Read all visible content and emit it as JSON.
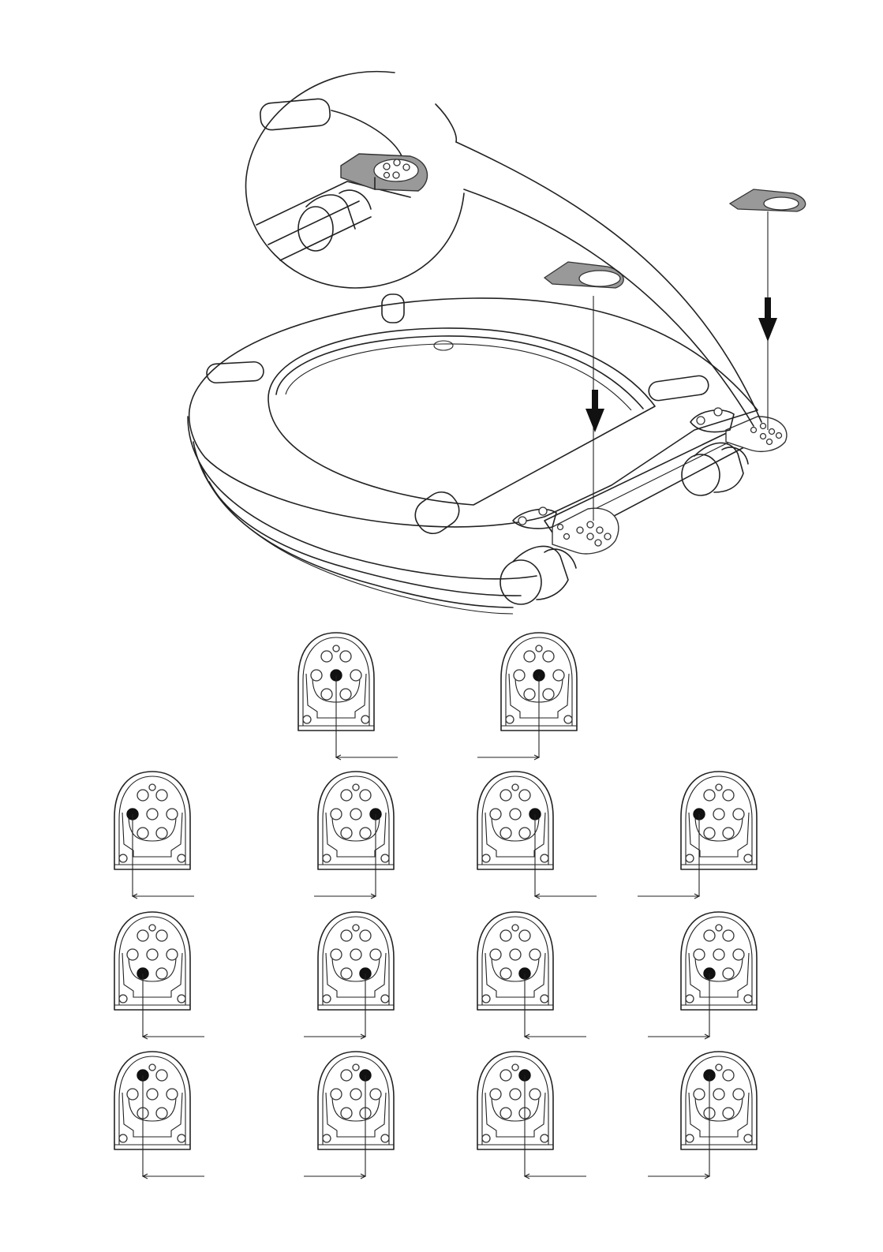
{
  "figure": {
    "illustration": "toilet-seat-hinge-installation",
    "colors": {
      "line": "#222222",
      "plate_fill": "#999999",
      "arrow": "#111111"
    },
    "adjuster_templates": [
      {
        "row": 1,
        "col": 2,
        "selected_hole": "center-top",
        "direction": "right"
      },
      {
        "row": 1,
        "col": 3,
        "selected_hole": "center-top",
        "direction": "left"
      },
      {
        "row": 2,
        "col": 1,
        "selected_hole": "left-middle",
        "direction": "right"
      },
      {
        "row": 2,
        "col": 2,
        "selected_hole": "right-middle",
        "direction": "left"
      },
      {
        "row": 2,
        "col": 3,
        "selected_hole": "right-center",
        "direction": "right"
      },
      {
        "row": 2,
        "col": 4,
        "selected_hole": "left-center",
        "direction": "left"
      },
      {
        "row": 3,
        "col": 1,
        "selected_hole": "lower-left",
        "direction": "right"
      },
      {
        "row": 3,
        "col": 2,
        "selected_hole": "lower-right",
        "direction": "left"
      },
      {
        "row": 3,
        "col": 3,
        "selected_hole": "lower-right",
        "direction": "right"
      },
      {
        "row": 3,
        "col": 4,
        "selected_hole": "lower-left",
        "direction": "left"
      },
      {
        "row": 4,
        "col": 1,
        "selected_hole": "top-left",
        "direction": "right"
      },
      {
        "row": 4,
        "col": 2,
        "selected_hole": "top-right",
        "direction": "left"
      },
      {
        "row": 4,
        "col": 3,
        "selected_hole": "top-right",
        "direction": "right"
      },
      {
        "row": 4,
        "col": 4,
        "selected_hole": "top-left",
        "direction": "left"
      }
    ]
  }
}
